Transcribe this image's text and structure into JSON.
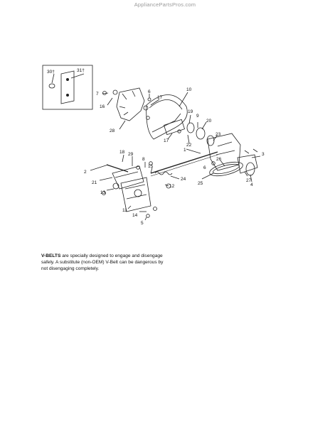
{
  "watermark": "AppliancePartsPros.com",
  "note": {
    "bold": "V-BELTS",
    "text": " are specially designed to engage and disengage safely. A substitute (non-OEM) V-Belt can be dangerous by not disengaging completely."
  },
  "callouts": {
    "c30": "30†",
    "c31": "31†",
    "c7": "7",
    "c16": "16",
    "c28": "28",
    "c6a": "6",
    "c17a": "17",
    "c10": "10",
    "c19": "19",
    "c9": "9",
    "c22": "22",
    "c17b": "17",
    "c20": "20",
    "c1": "1",
    "c23": "23",
    "c3": "3",
    "c26": "26",
    "c27": "27",
    "c4": "4",
    "c25": "25",
    "c6b": "6",
    "c18": "18",
    "c29": "29",
    "c8": "8",
    "c2": "2",
    "c15": "15",
    "c24": "24",
    "c21": "21",
    "c12": "12",
    "c13": "13",
    "c11": "11",
    "c14": "14",
    "c5": "5"
  }
}
